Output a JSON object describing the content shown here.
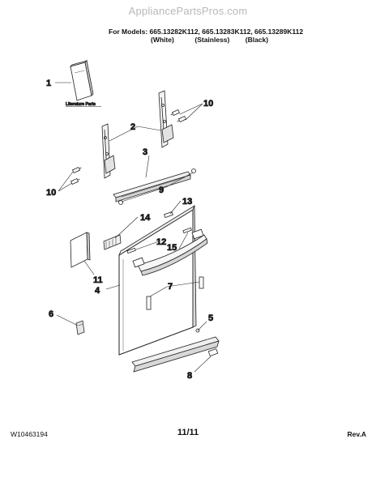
{
  "watermark": "AppliancePartsPros.com",
  "header": {
    "models_line": "For Models: 665.13282K112, 665.13283K112, 665.13289K112",
    "variants": [
      "(White)",
      "(Stainless)",
      "(Black)"
    ]
  },
  "diagram": {
    "literature_label": "Literature Parts",
    "callouts": [
      "1",
      "2",
      "3",
      "4",
      "5",
      "6",
      "7",
      "8",
      "9",
      "10",
      "10",
      "11",
      "12",
      "13",
      "14",
      "15"
    ]
  },
  "footer": {
    "doc_number": "W10463194",
    "page": "11/11",
    "revision": "Rev.A"
  }
}
